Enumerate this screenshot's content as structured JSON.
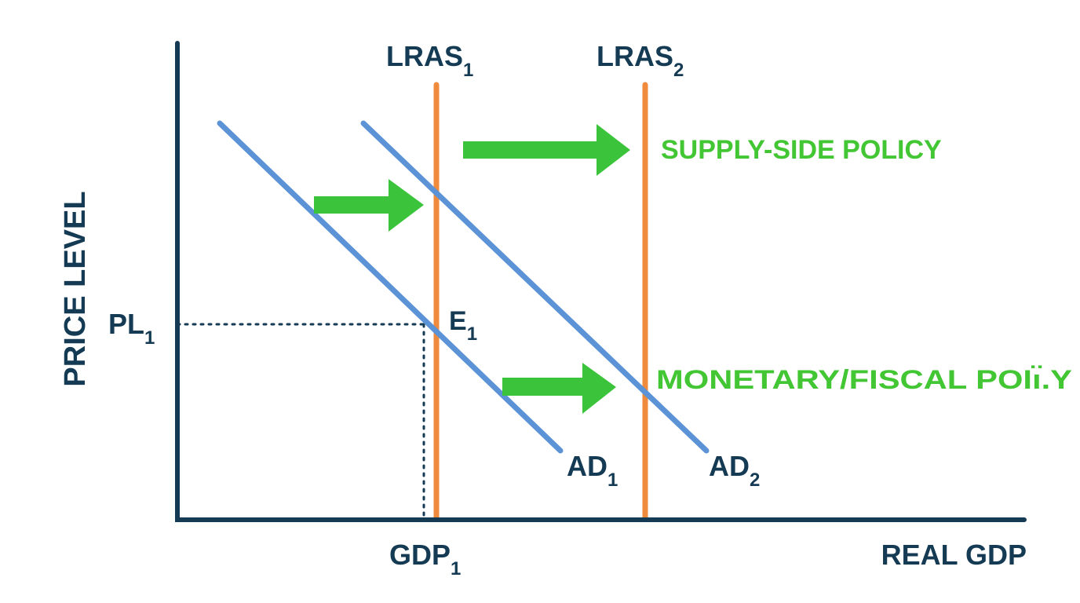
{
  "axes": {
    "y_label": "PRICE LEVEL",
    "x_label": "REAL GDP"
  },
  "markers": {
    "pl1": {
      "main": "PL",
      "sub": "1"
    },
    "gdp1": {
      "main": "GDP",
      "sub": "1"
    },
    "e1": {
      "main": "E",
      "sub": "1"
    }
  },
  "curves": {
    "lras1": {
      "main": "LRAS",
      "sub": "1"
    },
    "lras2": {
      "main": "LRAS",
      "sub": "2"
    },
    "ad1": {
      "main": "AD",
      "sub": "1"
    },
    "ad2": {
      "main": "AD",
      "sub": "2"
    }
  },
  "policies": {
    "supply_side": "SUPPLY-SIDE POLICY",
    "monetary_fiscal": "MONETARY/FISCAL POIı̈.Y"
  },
  "colors": {
    "axis": "#143a54",
    "ad": "#5b93d6",
    "lras": "#f08a3c",
    "arrow": "#3bc43b",
    "policy_text": "#43c633"
  }
}
